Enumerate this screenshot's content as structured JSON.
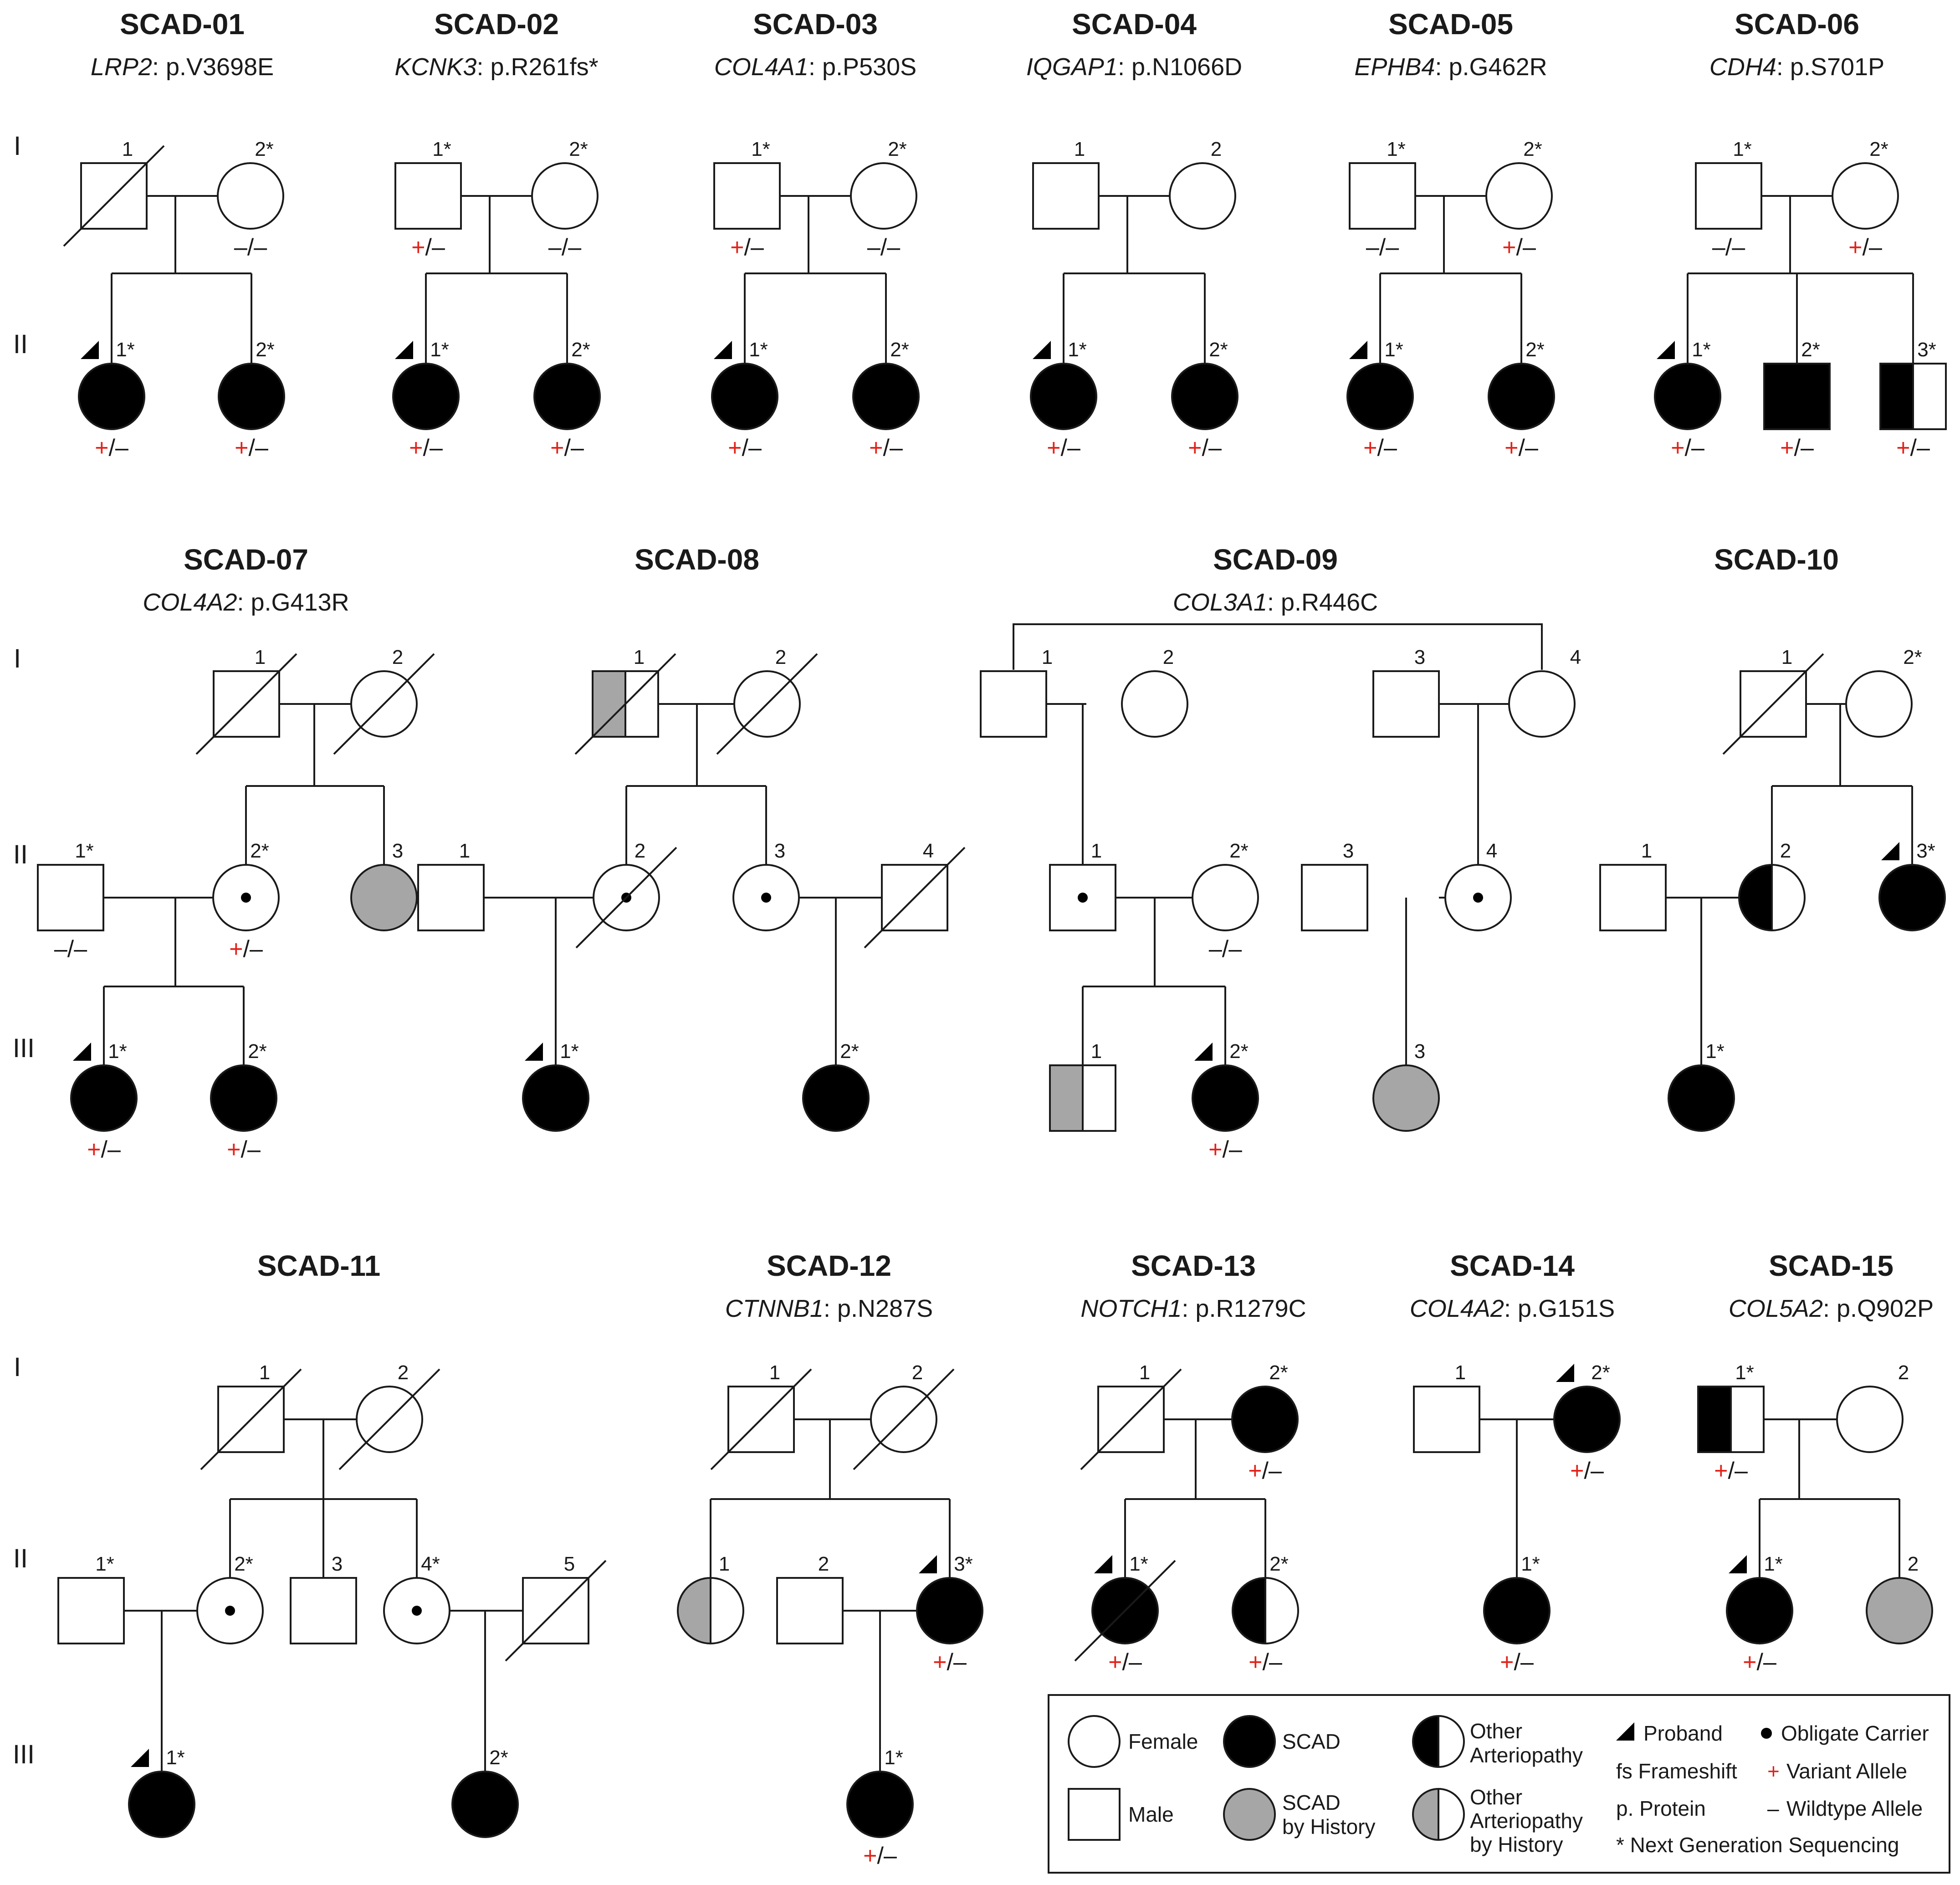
{
  "generation_labels": {
    "I": "I",
    "II": "II",
    "III": "III"
  },
  "genotypes": {
    "het": "+/–",
    "wt": "–/–"
  },
  "colors": {
    "affected": "#000000",
    "history": "#a6a6a6",
    "unaffected": "#ffffff",
    "variant_allele": "#e2231a",
    "line": "#1a1a1a"
  },
  "families": [
    {
      "id": "SCAD-01",
      "gene": "LRP2",
      "protein": ": p.V3698E"
    },
    {
      "id": "SCAD-02",
      "gene": "KCNK3",
      "protein": ": p.R261fs*"
    },
    {
      "id": "SCAD-03",
      "gene": "COL4A1",
      "protein": ": p.P530S"
    },
    {
      "id": "SCAD-04",
      "gene": "IQGAP1",
      "protein": ": p.N1066D"
    },
    {
      "id": "SCAD-05",
      "gene": "EPHB4",
      "protein": ": p.G462R"
    },
    {
      "id": "SCAD-06",
      "gene": "CDH4",
      "protein": ": p.S701P"
    },
    {
      "id": "SCAD-07",
      "gene": "COL4A2",
      "protein": ": p.G413R"
    },
    {
      "id": "SCAD-08",
      "gene": "",
      "protein": ""
    },
    {
      "id": "SCAD-09",
      "gene": "COL3A1",
      "protein": ": p.R446C"
    },
    {
      "id": "SCAD-10",
      "gene": "",
      "protein": ""
    },
    {
      "id": "SCAD-11",
      "gene": "",
      "protein": ""
    },
    {
      "id": "SCAD-12",
      "gene": "CTNNB1",
      "protein": ": p.N287S"
    },
    {
      "id": "SCAD-13",
      "gene": "NOTCH1",
      "protein": ": p.R1279C"
    },
    {
      "id": "SCAD-14",
      "gene": "COL4A2",
      "protein": ": p.G151S"
    },
    {
      "id": "SCAD-15",
      "gene": "COL5A2",
      "protein": ": p.Q902P"
    }
  ],
  "individual_labels": [
    "1",
    "1*",
    "2",
    "2*",
    "3",
    "3*",
    "4",
    "4*",
    "5"
  ],
  "legend": {
    "female": "Female",
    "male": "Male",
    "scad": "SCAD",
    "scad_history_1": "SCAD",
    "scad_history_2": "by History",
    "other_1": "Other",
    "other_2": "Arteriopathy",
    "other_hist_1": "Other",
    "other_hist_2": "Arteriopathy",
    "other_hist_3": "by History",
    "proband": "Proband",
    "frameshift": "fs Frameshift",
    "protein": "p. Protein",
    "ngs": "* Next Generation Sequencing",
    "obligate": "Obligate Carrier",
    "variant": "Variant Allele",
    "wildtype": "Wildtype Allele",
    "variant_symbol": "+",
    "wildtype_symbol": "–"
  }
}
